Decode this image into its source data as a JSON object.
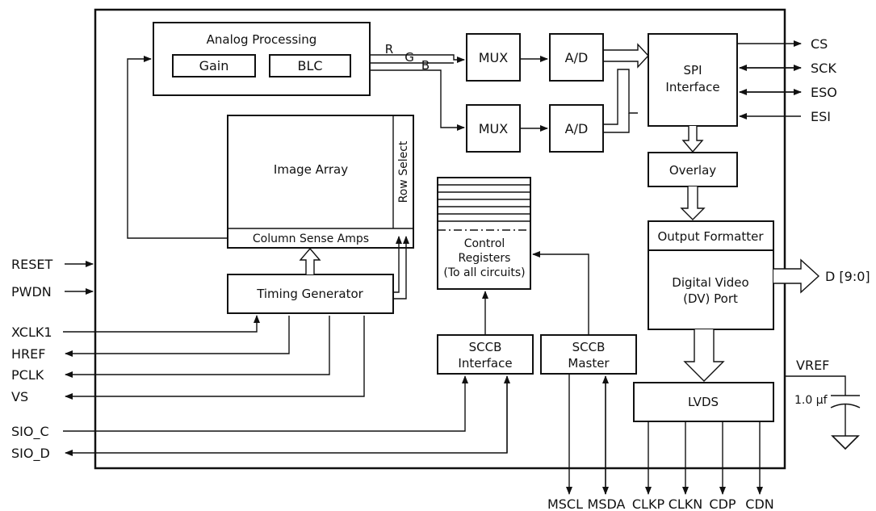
{
  "blocks": {
    "analog_processing": "Analog Processing",
    "gain": "Gain",
    "blc": "BLC",
    "mux": "MUX",
    "ad": "A/D",
    "spi_line1": "SPI",
    "spi_line2": "Interface",
    "image_array": "Image Array",
    "row_select": "Row Select",
    "column_sense_amps": "Column Sense Amps",
    "timing_generator": "Timing Generator",
    "control_registers_line1": "Control",
    "control_registers_line2": "Registers",
    "control_registers_line3": "(To all circuits)",
    "overlay": "Overlay",
    "output_formatter": "Output Formatter",
    "digital_video_line1": "Digital Video",
    "digital_video_line2": "(DV) Port",
    "sccb_interface_line1": "SCCB",
    "sccb_interface_line2": "Interface",
    "sccb_master_line1": "SCCB",
    "sccb_master_line2": "Master",
    "lvds": "LVDS"
  },
  "channels": {
    "r": "R",
    "g": "G",
    "b": "B"
  },
  "pins": {
    "left": [
      "RESET",
      "PWDN",
      "XCLK1",
      "HREF",
      "PCLK",
      "VS",
      "SIO_C",
      "SIO_D"
    ],
    "right": [
      "CS",
      "SCK",
      "ESO",
      "ESI"
    ],
    "bottom": [
      "MSCL",
      "MSDA",
      "CLKP",
      "CLKN",
      "CDP",
      "CDN"
    ],
    "d_bus": "D [9:0]",
    "vref": "VREF",
    "capacitor": "1.0 µf"
  }
}
